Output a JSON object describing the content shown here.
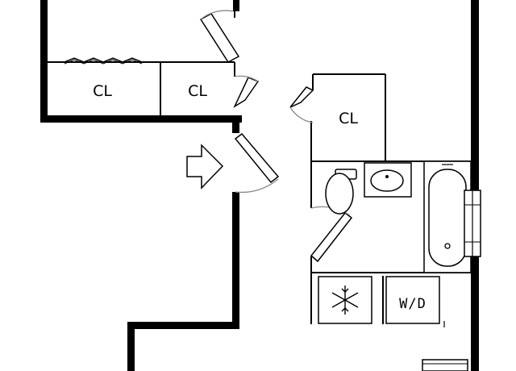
{
  "plan": {
    "labels": {
      "closet_left": "CL",
      "closet_middle": "CL",
      "closet_right": "CL",
      "washer_dryer": "W/D"
    },
    "icons": {
      "refrigerator": "snowflake-icon",
      "entry": "entry-arrow-icon"
    }
  }
}
